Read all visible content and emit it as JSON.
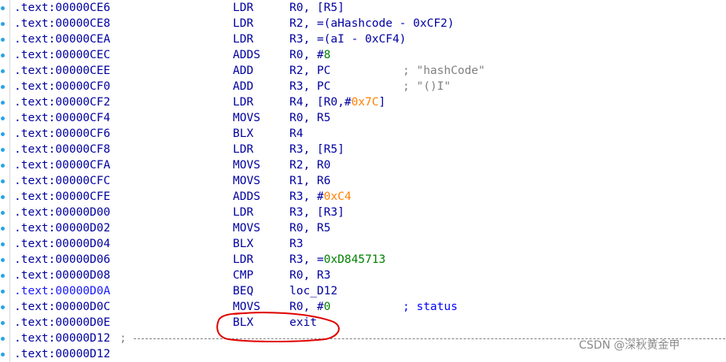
{
  "colors": {
    "text": "#0000a0",
    "number": "#008000",
    "offset": "#ff8000",
    "comment": "#808080",
    "annotation": "#e00000"
  },
  "rows": [
    {
      "addr": ".text:00000CE6",
      "mnem": "LDR",
      "ops": "R0, [R5]"
    },
    {
      "addr": ".text:00000CE8",
      "mnem": "LDR",
      "ops": "R2, =(aHashcode - 0xCF2)"
    },
    {
      "addr": ".text:00000CEA",
      "mnem": "LDR",
      "ops": "R3, =(aI - 0xCF4)"
    },
    {
      "addr": ".text:00000CEC",
      "mnem": "ADDS",
      "ops_pre": "R0, #",
      "ops_num": "8"
    },
    {
      "addr": ".text:00000CEE",
      "mnem": "ADD",
      "ops": "R2, PC",
      "comment": "; \"hashCode\""
    },
    {
      "addr": ".text:00000CF0",
      "mnem": "ADD",
      "ops": "R3, PC",
      "comment": "; \"()I\""
    },
    {
      "addr": ".text:00000CF2",
      "mnem": "LDR",
      "ops_pre": "R4, [R0,#",
      "ops_hex": "0x7C",
      "ops_post": "]"
    },
    {
      "addr": ".text:00000CF4",
      "mnem": "MOVS",
      "ops": "R0, R5"
    },
    {
      "addr": ".text:00000CF6",
      "mnem": "BLX",
      "ops": "R4"
    },
    {
      "addr": ".text:00000CF8",
      "mnem": "LDR",
      "ops": "R3, [R5]"
    },
    {
      "addr": ".text:00000CFA",
      "mnem": "MOVS",
      "ops": "R2, R0"
    },
    {
      "addr": ".text:00000CFC",
      "mnem": "MOVS",
      "ops": "R1, R6"
    },
    {
      "addr": ".text:00000CFE",
      "mnem": "ADDS",
      "ops_pre": "R3, #",
      "ops_hex": "0xC4"
    },
    {
      "addr": ".text:00000D00",
      "mnem": "LDR",
      "ops": "R3, [R3]"
    },
    {
      "addr": ".text:00000D02",
      "mnem": "MOVS",
      "ops": "R0, R5"
    },
    {
      "addr": ".text:00000D04",
      "mnem": "BLX",
      "ops": "R3"
    },
    {
      "addr": ".text:00000D06",
      "mnem": "LDR",
      "ops_pre": "R3, =",
      "ops_num": "0xD845713"
    },
    {
      "addr": ".text:00000D08",
      "mnem": "CMP",
      "ops": "R0, R3"
    },
    {
      "addr": ".text:00000D0A",
      "mnem": "BEQ",
      "ops": "loc_D12",
      "addr_highlight": true
    },
    {
      "addr": ".text:00000D0C",
      "mnem": "MOVS",
      "ops_pre": "R0, #",
      "ops_num": "0",
      "comment": "; status",
      "comment_kw": true
    },
    {
      "addr": ".text:00000D0E",
      "mnem": "BLX",
      "ops": "exit"
    },
    {
      "addr": ".text:00000D12",
      "separator": ";"
    },
    {
      "addr": ".text:00000D12"
    }
  ],
  "watermark": "CSDN @深秋黄金甲"
}
